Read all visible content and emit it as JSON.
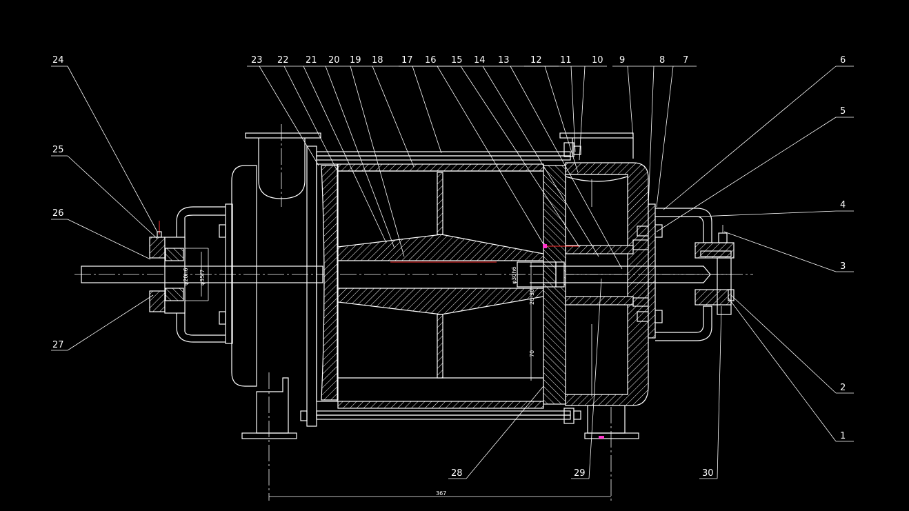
{
  "part_labels": {
    "top": [
      "23",
      "22",
      "21",
      "20",
      "19",
      "18",
      "17",
      "16",
      "15",
      "14",
      "13",
      "12",
      "11",
      "10",
      "9",
      "8",
      "7"
    ],
    "right": [
      "6",
      "5",
      "4",
      "3",
      "2",
      "1"
    ],
    "left": [
      "24",
      "25",
      "26",
      "27"
    ],
    "bottom": [
      "28",
      "29",
      "30"
    ]
  },
  "dimensions": {
    "base_span": "367",
    "shaft_dia_a": "φ20h6",
    "shaft_dia_b": "φ35f7",
    "hub_dia": "φ30h6",
    "bore_dia": "20-30",
    "vane_height": "70"
  },
  "colors": {
    "background": "#000000",
    "lines": "#ffffff",
    "accent": "#ff3030",
    "marker": "#ff33cc"
  }
}
